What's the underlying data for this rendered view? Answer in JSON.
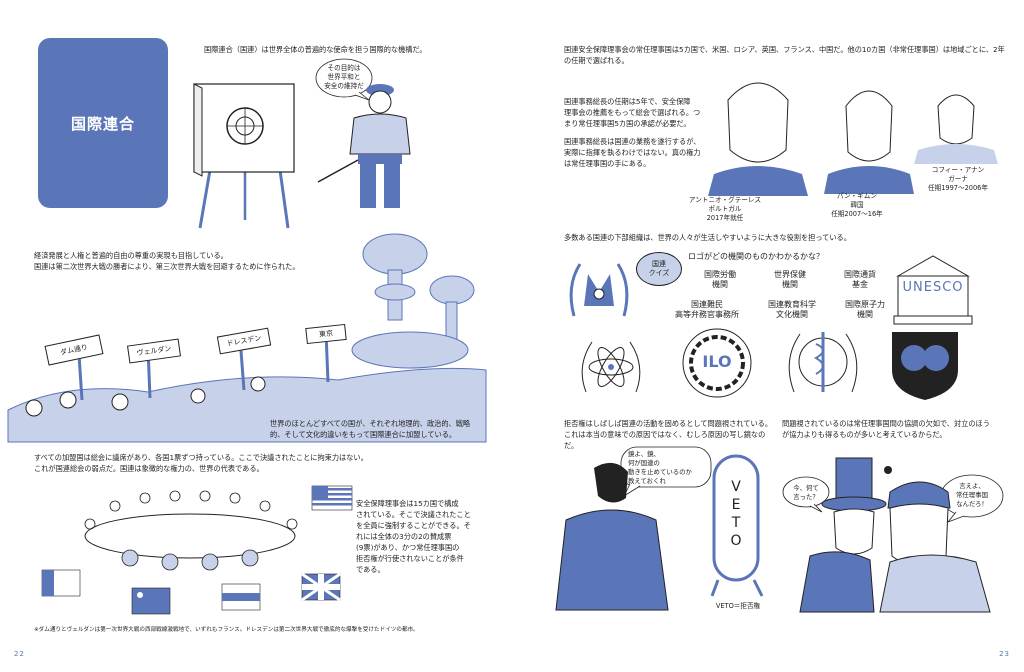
{
  "left_page": {
    "title": "国際連合",
    "intro": "国際連合（国連）は世界全体の普遍的な使命を担う国際的な機構だ。",
    "speech_peace": [
      "その目的は",
      "世界平和と",
      "安全の維持だ"
    ],
    "para_goals": [
      "経済発展と人権と普遍的自由の尊重の実現も目指している。",
      "国連は第二次世界大戦の勝者により、第三次世界大戦を回避するために作られた。"
    ],
    "signs": [
      "ダム通り",
      "ヴェルダン",
      "ドレスデン",
      "東京"
    ],
    "overlay_text": [
      "世界のほとんどすべての国が、それぞれ地理的、政治的、戦略",
      "的、そして文化的違いをもって国際連合に加盟している。"
    ],
    "para_assembly": [
      "すべての加盟国は総会に議席があり、各国1票ずつ持っている。ここで決議されたことに拘束力はない。",
      "これが国連総会の弱点だ。国連は象徴的な権力の、世界の代表である。"
    ],
    "para_security": [
      "安全保障理事会は15カ国で構成",
      "されている。そこで決議されたこと",
      "を全員に強制することができる。そ",
      "れには全体の3分の2の賛成票",
      "(9票)があり、かつ常任理事国の",
      "拒否権が行使されないことが条件",
      "である。"
    ],
    "footnote": "※ダム通りとヴェルダンは第一次世界大戦の西部戦線激戦地で、いずれもフランス。ドレスデンは第二次世界大戦で徹底的な爆撃を受けたドイツの都市。",
    "page_number": "22"
  },
  "right_page": {
    "intro": [
      "国連安全保障理事会の常任理事国は5カ国で、米国、ロシア、英国、フランス、中国だ。他の10カ国（非常任理事国）は地域ごとに、2年",
      "の任期で選ばれる。"
    ],
    "para_sg_term": [
      "国連事務総長の任期は5年で、安全保障",
      "理事会の推薦をもって総会で選ばれる。つ",
      "まり常任理事国5カ国の承認が必要だ。"
    ],
    "para_sg_role": [
      "国連事務総長は国連の業務を遂行するが、",
      "実際に指揮を執るわけではない。真の権力",
      "は常任理事国の手にある。"
    ],
    "portraits": [
      {
        "name": "アントニオ・グテーレス",
        "country": "ポルトガル",
        "term": "2017年就任"
      },
      {
        "name": "パン・ギムン",
        "country": "韓国",
        "term": "任期2007〜16年"
      },
      {
        "name": "コフィー・アナン",
        "country": "ガーナ",
        "term": "任期1997〜2006年"
      }
    ],
    "para_agencies": "多数ある国連の下部組織は、世界の人々が生活しやすいように大きな役割を担っている。",
    "quiz": {
      "badge": [
        "国連",
        "クイズ"
      ],
      "question": "ロゴがどの機関のものかわかるかな？",
      "labels": [
        [
          "国際労働",
          "機関"
        ],
        [
          "世界保健",
          "機関"
        ],
        [
          "国際通貨",
          "基金"
        ],
        [
          "国連難民",
          "高等弁務官事務所"
        ],
        [
          "国連教育科学",
          "文化機関"
        ],
        [
          "国際原子力",
          "機関"
        ]
      ],
      "unesco_text": "UNESCO",
      "ilo_text": "ILO"
    },
    "para_veto_left": [
      "拒否権はしばしば国連の活動を固めるとして問題視されている。",
      "これは本当の意味での原因ではなく、むしろ原因の写し鏡なのだ。"
    ],
    "para_veto_right": [
      "問題視されているのは常任理事国間の協調の欠如で、対立のほう",
      "が協力よりも得るものが多いと考えているからだ。"
    ],
    "speech_mirror": [
      "鏡よ、鏡、",
      "何が国連の",
      "動きを止めているのか",
      "教えておくれ"
    ],
    "mirror_text": [
      "V",
      "E",
      "T",
      "O"
    ],
    "mirror_caption": "VETO＝拒否権",
    "speech_uncle": [
      "今、何て",
      "言った？"
    ],
    "speech_russian": [
      "言えよ、",
      "常任理事国",
      "なんだろ！"
    ],
    "page_number": "23"
  },
  "colors": {
    "accent_blue": "#5b76b8",
    "light_blue": "#c7d1ea",
    "ink": "#222222"
  }
}
